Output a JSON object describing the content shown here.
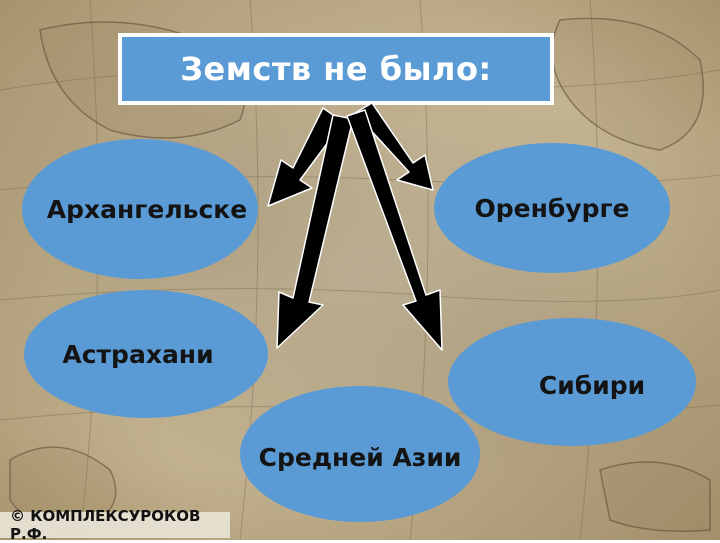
{
  "title": "Земств не было:",
  "regions": {
    "arkhangelsk": "Архангельске",
    "orenburg": "Оренбурге",
    "astrakhan": "Астрахани",
    "siberia": "Сибири",
    "central_asia": "Средней Азии"
  },
  "footer": "© КОМПЛЕКСУРОКОВ Р.Ф.",
  "colors": {
    "box_fill": "#5b9bd5",
    "box_border": "#ffffff",
    "title_text": "#ffffff",
    "oval_text": "#141414",
    "arrow_fill": "#000000",
    "arrow_outline": "#ffffff"
  }
}
